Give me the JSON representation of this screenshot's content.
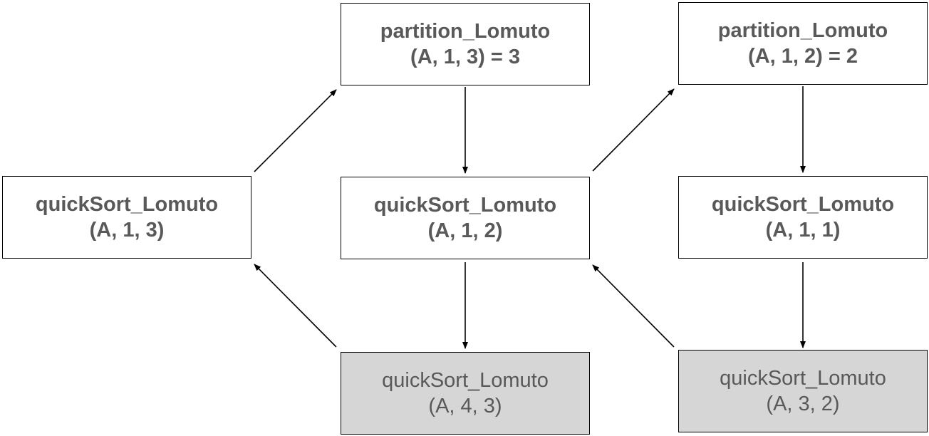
{
  "nodes": {
    "partition_1_3": {
      "line1": "partition_Lomuto",
      "line2": "(A, 1, 3) = 3"
    },
    "partition_1_2": {
      "line1": "partition_Lomuto",
      "line2": "(A, 1, 2) = 2"
    },
    "quicksort_1_3": {
      "line1": "quickSort_Lomuto",
      "line2": "(A, 1, 3)"
    },
    "quicksort_1_2": {
      "line1": "quickSort_Lomuto",
      "line2": "(A, 1, 2)"
    },
    "quicksort_1_1": {
      "line1": "quickSort_Lomuto",
      "line2": "(A, 1, 1)"
    },
    "quicksort_4_3": {
      "line1": "quickSort_Lomuto",
      "line2": "(A, 4, 3)"
    },
    "quicksort_3_2": {
      "line1": "quickSort_Lomuto",
      "line2": "(A, 3, 2)"
    }
  },
  "colors": {
    "text": "#595959",
    "border": "#000000",
    "shaded_fill": "#d6d6d6",
    "arrow": "#000000"
  }
}
